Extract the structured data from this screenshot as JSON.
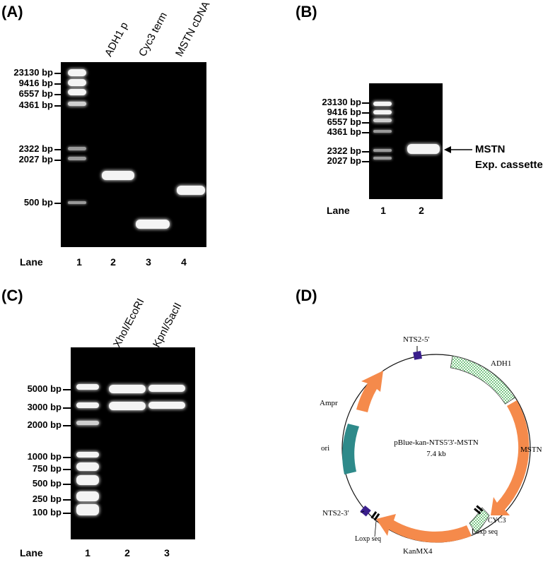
{
  "panels": {
    "a": {
      "label": "(A)",
      "lane_headers": [
        "ADH1 p",
        "Cyc3 term",
        "MSTN cDNA"
      ],
      "markers": [
        "23130 bp",
        "9416 bp",
        "6557 bp",
        "4361 bp",
        "2322 bp",
        "2027 bp",
        "500 bp"
      ],
      "lane_title": "Lane",
      "lane_numbers": [
        "1",
        "2",
        "3",
        "4"
      ]
    },
    "b": {
      "label": "(B)",
      "markers": [
        "23130 bp",
        "9416 bp",
        "6557 bp",
        "4361 bp",
        "2322 bp",
        "2027 bp"
      ],
      "lane_title": "Lane",
      "lane_numbers": [
        "1",
        "2"
      ],
      "annotation_line1": "MSTN",
      "annotation_line2": "Exp. cassette"
    },
    "c": {
      "label": "(C)",
      "lane_headers": [
        "XhoI/EcoRI",
        "KpnI/SacII"
      ],
      "markers": [
        "5000 bp",
        "3000 bp",
        "2000 bp",
        "1000 bp",
        "750 bp",
        "500 bp",
        "250 bp",
        "100 bp"
      ],
      "lane_title": "Lane",
      "lane_numbers": [
        "1",
        "2",
        "3"
      ]
    },
    "d": {
      "label": "(D)",
      "plasmid_name": "pBlue-kan-NTS5'3'-MSTN",
      "plasmid_size": "7.4 kb",
      "features": {
        "nts2_5": "NTS2-5'",
        "adh1": "ADH1",
        "mstn": "MSTN",
        "cyc3": "CYC3",
        "loxp_right": "Loxp seq",
        "kanmx4": "KanMX4",
        "loxp_left": "Loxp seq",
        "nts2_3": "NTS2-3'",
        "ori": "ori",
        "ampr": "Ampr"
      },
      "colors": {
        "orange": "#f58a4b",
        "teal": "#2e8a8a",
        "green": "#9ed6a3",
        "purple": "#3a1f8c"
      }
    }
  }
}
